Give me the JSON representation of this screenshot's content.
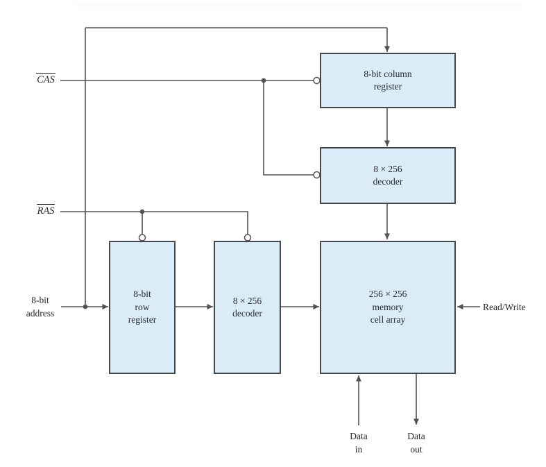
{
  "colors": {
    "box_fill": "#d9ecf8",
    "box_border": "#45484b",
    "line": "#505254",
    "text": "#26292c"
  },
  "blocks": {
    "column_register": {
      "lines": [
        "8-bit column",
        "register"
      ]
    },
    "column_decoder": {
      "lines": [
        "8 × 256",
        "decoder"
      ]
    },
    "memory_array": {
      "lines": [
        "256 × 256",
        "memory",
        "cell array"
      ]
    },
    "row_register": {
      "lines": [
        "8-bit",
        "row",
        "register"
      ]
    },
    "row_decoder": {
      "lines": [
        "8 × 256",
        "decoder"
      ]
    }
  },
  "labels": {
    "cas": "CAS",
    "ras": "RAS",
    "address": [
      "8-bit",
      "address"
    ],
    "read_write": "Read/Write",
    "data_in": [
      "Data",
      "in"
    ],
    "data_out": [
      "Data",
      "out"
    ]
  }
}
